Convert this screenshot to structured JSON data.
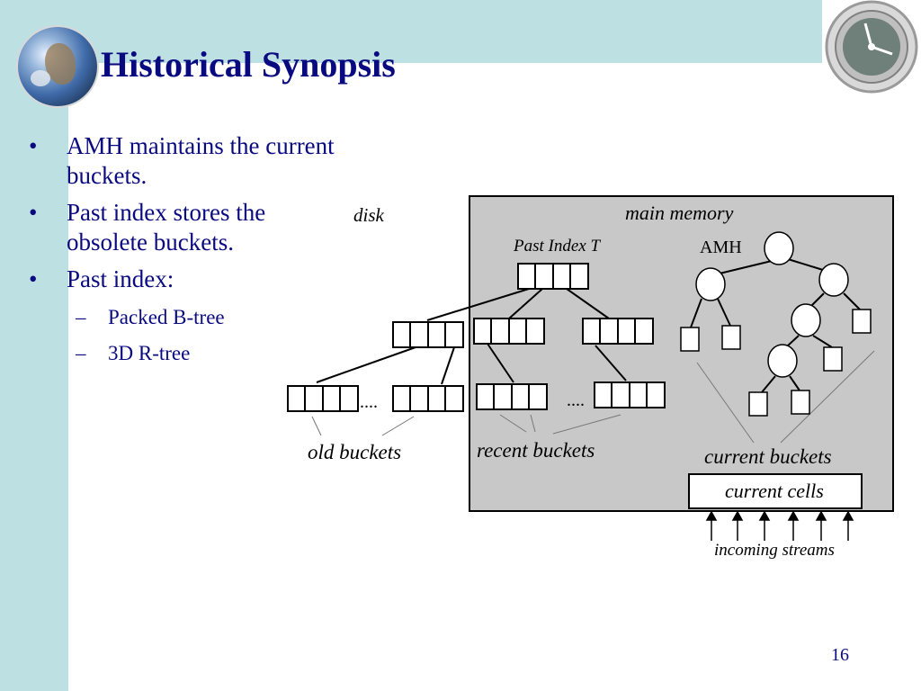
{
  "slide": {
    "title": "Historical Synopsis",
    "page_number": "16"
  },
  "bullets": [
    {
      "marker": "•",
      "text_lines": [
        "AMH maintains the current",
        "buckets."
      ]
    },
    {
      "marker": "•",
      "text_lines": [
        "Past index stores the",
        "obsolete buckets."
      ]
    },
    {
      "marker": "•",
      "text_lines": [
        "Past index:"
      ],
      "subitems": [
        {
          "marker": "–",
          "text": "Packed B-tree"
        },
        {
          "marker": "–",
          "text": "3D R-tree"
        }
      ]
    }
  ],
  "diagram": {
    "disk_label": "disk",
    "main_memory_label": "main memory",
    "past_index_label": "Past Index T",
    "amh_label": "AMH",
    "ellipsis_1": "....",
    "ellipsis_2": "....",
    "old_buckets_label": "old buckets",
    "recent_buckets_label": "recent buckets",
    "current_buckets_label": "current buckets",
    "current_cells_label": "current cells",
    "incoming_streams_label": "incoming streams"
  },
  "colors": {
    "background_band": "#bde0e3",
    "title_text": "#0a0a80",
    "main_memory_fill": "#c8c8c8"
  },
  "icons": [
    "globe-icon",
    "clock-icon"
  ]
}
